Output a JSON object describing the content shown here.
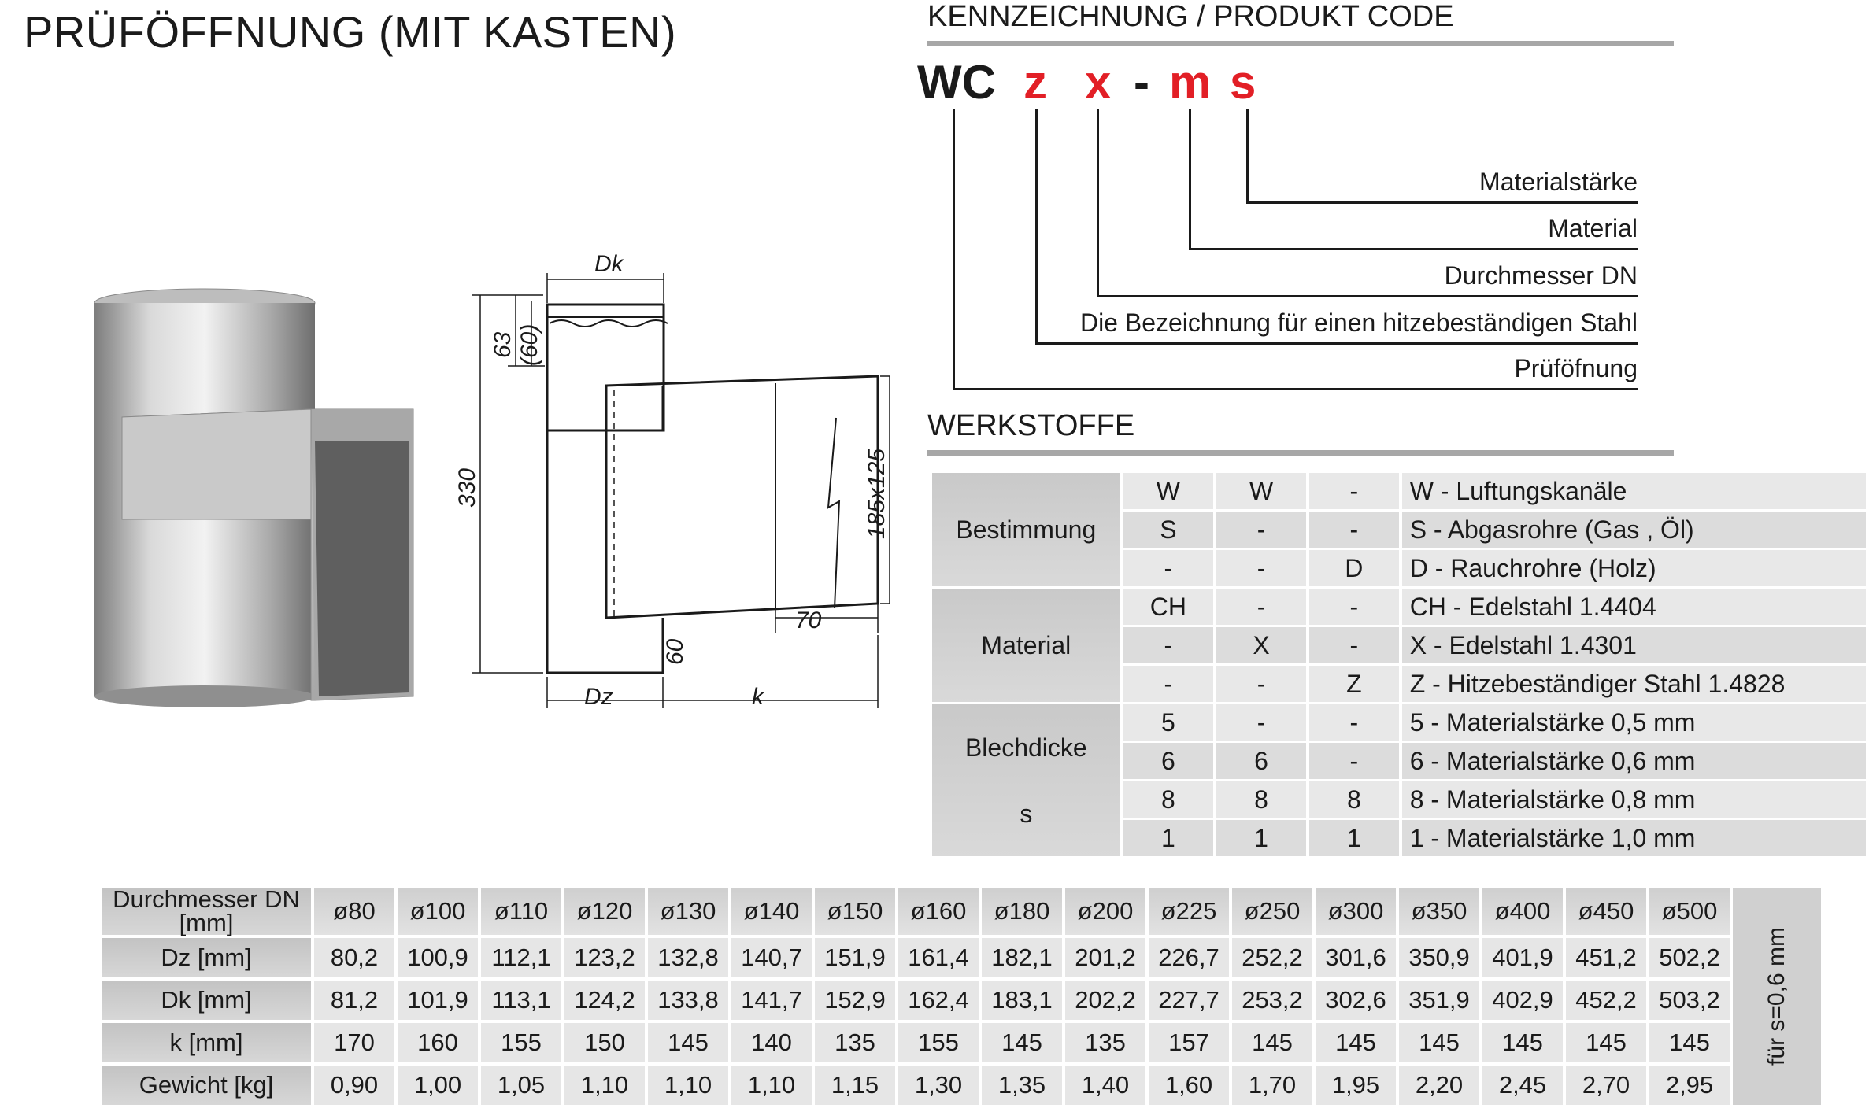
{
  "title": "PRÜFÖFFNUNG (MIT KASTEN)",
  "code_section": {
    "heading": "KENNZEICHNUNG /  PRODUKT CODE",
    "code": {
      "prefix": "WC",
      "z": "z",
      "x": "x",
      "dash": "-",
      "m": "m",
      "s": "s"
    },
    "legend": [
      "Materialstärke",
      "Material",
      "Durchmesser DN",
      "Die Bezeichnung für einen hitzebeständigen Stahl",
      "Prüföfnung"
    ]
  },
  "drawing": {
    "labels": {
      "dk": "Dk",
      "h63": "63",
      "h60": "(60)",
      "h330": "330",
      "box": "185x125",
      "w70": "70",
      "h60b": "60",
      "dz": "Dz",
      "k": "k"
    }
  },
  "werkstoffe": {
    "heading": "WERKSTOFFE",
    "groups": {
      "bestimmung": "Bestimmung",
      "material": "Material",
      "blech1": "Blechdicke",
      "blech2": "s"
    },
    "rows": [
      {
        "c1": "W",
        "c2": "W",
        "c3": "-",
        "desc": "W - Luftungskanäle"
      },
      {
        "c1": "S",
        "c2": "-",
        "c3": "-",
        "desc": "S - Abgasrohre (Gas , Öl)"
      },
      {
        "c1": "-",
        "c2": "-",
        "c3": "D",
        "desc": "D - Rauchrohre (Holz)"
      },
      {
        "c1": "CH",
        "c2": "-",
        "c3": "-",
        "desc": "CH - Edelstahl 1.4404"
      },
      {
        "c1": "-",
        "c2": "X",
        "c3": "-",
        "desc": "X - Edelstahl 1.4301"
      },
      {
        "c1": "-",
        "c2": "-",
        "c3": "Z",
        "desc": "Z - Hitzebeständiger Stahl 1.4828"
      },
      {
        "c1": "5",
        "c2": "-",
        "c3": "-",
        "desc": "5 - Materialstärke 0,5 mm"
      },
      {
        "c1": "6",
        "c2": "6",
        "c3": "-",
        "desc": "6 - Materialstärke 0,6 mm"
      },
      {
        "c1": "8",
        "c2": "8",
        "c3": "8",
        "desc": "8 - Materialstärke 0,8 mm"
      },
      {
        "c1": "1",
        "c2": "1",
        "c3": "1",
        "desc": "1 - Materialstärke 1,0 mm"
      }
    ]
  },
  "dims": {
    "note": "für s=0,6 mm",
    "rows": [
      {
        "label": "Durchmesser DN [mm]",
        "values": [
          "ø80",
          "ø100",
          "ø110",
          "ø120",
          "ø130",
          "ø140",
          "ø150",
          "ø160",
          "ø180",
          "ø200",
          "ø225",
          "ø250",
          "ø300",
          "ø350",
          "ø400",
          "ø450",
          "ø500"
        ]
      },
      {
        "label": "Dz [mm]",
        "values": [
          "80,2",
          "100,9",
          "112,1",
          "123,2",
          "132,8",
          "140,7",
          "151,9",
          "161,4",
          "182,1",
          "201,2",
          "226,7",
          "252,2",
          "301,6",
          "350,9",
          "401,9",
          "451,2",
          "502,2"
        ]
      },
      {
        "label": "Dk [mm]",
        "values": [
          "81,2",
          "101,9",
          "113,1",
          "124,2",
          "133,8",
          "141,7",
          "152,9",
          "162,4",
          "183,1",
          "202,2",
          "227,7",
          "253,2",
          "302,6",
          "351,9",
          "402,9",
          "452,2",
          "503,2"
        ]
      },
      {
        "label": "k [mm]",
        "values": [
          "170",
          "160",
          "155",
          "150",
          "145",
          "140",
          "135",
          "155",
          "145",
          "135",
          "157",
          "145",
          "145",
          "145",
          "145",
          "145",
          "145"
        ]
      },
      {
        "label": "Gewicht [kg]",
        "values": [
          "0,90",
          "1,00",
          "1,05",
          "1,10",
          "1,10",
          "1,10",
          "1,15",
          "1,30",
          "1,35",
          "1,40",
          "1,60",
          "1,70",
          "1,95",
          "2,20",
          "2,45",
          "2,70",
          "2,95"
        ]
      }
    ]
  }
}
